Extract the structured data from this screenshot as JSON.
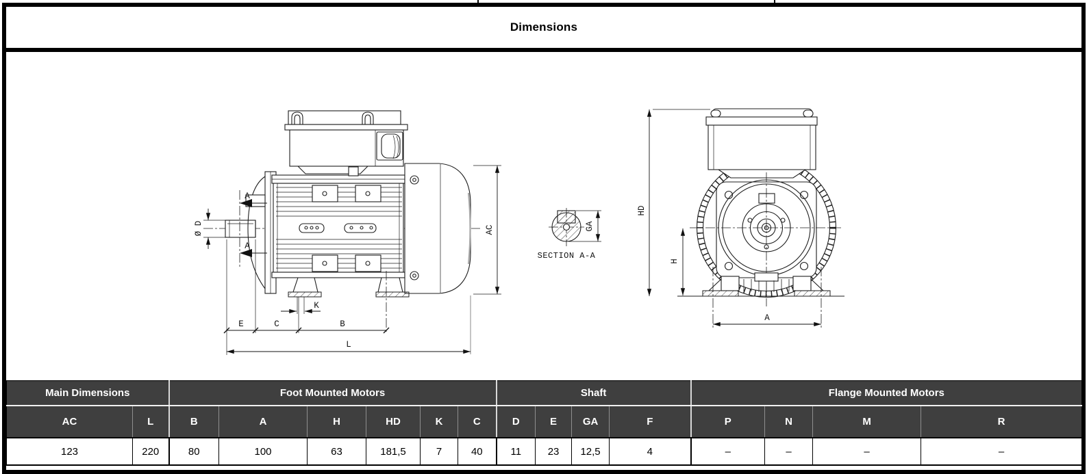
{
  "title": "Dimensions",
  "colors": {
    "header_bg": "#3f3f3f",
    "header_text": "#ffffff",
    "table_border": "#000000",
    "drawing_line": "#1d1d1d"
  },
  "drawings": {
    "side_view": {
      "labels": {
        "section_top": "A",
        "section_bottom": "A",
        "diameter": "Ø D",
        "e": "E",
        "c": "C",
        "b": "B",
        "k": "K",
        "l": "L",
        "ac": "AC"
      }
    },
    "section_view": {
      "title": "SECTION A-A",
      "labels": {
        "ga": "GA"
      }
    },
    "front_view": {
      "labels": {
        "hd": "HD",
        "h": "H",
        "a": "A"
      }
    }
  },
  "table": {
    "groups": [
      {
        "label": "Main Dimensions",
        "span": 2
      },
      {
        "label": "Foot Mounted Motors",
        "span": 6
      },
      {
        "label": "Shaft",
        "span": 4
      },
      {
        "label": "Flange Mounted Motors",
        "span": 4
      }
    ],
    "columns": [
      "AC",
      "L",
      "B",
      "A",
      "H",
      "HD",
      "K",
      "C",
      "D",
      "E",
      "GA",
      "F",
      "P",
      "N",
      "M",
      "R"
    ],
    "values": [
      "123",
      "220",
      "80",
      "100",
      "63",
      "181,5",
      "7",
      "40",
      "11",
      "23",
      "12,5",
      "4",
      "–",
      "–",
      "–",
      "–"
    ]
  }
}
